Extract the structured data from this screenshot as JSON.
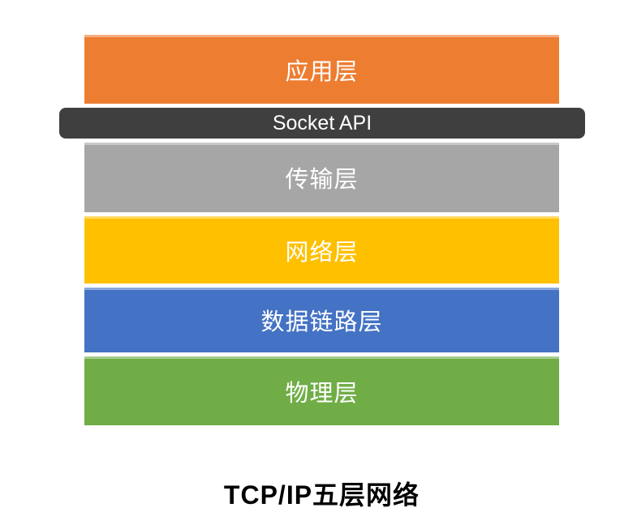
{
  "diagram": {
    "title": "TCP/IP五层网络",
    "text_color": "#FFFFFF",
    "title_color": "#000000",
    "background_color": "#FFFFFF"
  },
  "rows": [
    {
      "type": "layer",
      "name": "application-layer",
      "label": "应用层",
      "color": "#ED7D31"
    },
    {
      "type": "socket",
      "name": "socket-api",
      "label": "Socket API",
      "color": "#3F3F3F"
    },
    {
      "type": "layer",
      "name": "transport-layer",
      "label": "传输层",
      "color": "#A6A6A6"
    },
    {
      "type": "layer",
      "name": "network-layer",
      "label": "网络层",
      "color": "#FFC000"
    },
    {
      "type": "layer",
      "name": "datalink-layer",
      "label": "数据链路层",
      "color": "#4472C4"
    },
    {
      "type": "layer",
      "name": "physical-layer",
      "label": "物理层",
      "color": "#70AD47"
    }
  ]
}
